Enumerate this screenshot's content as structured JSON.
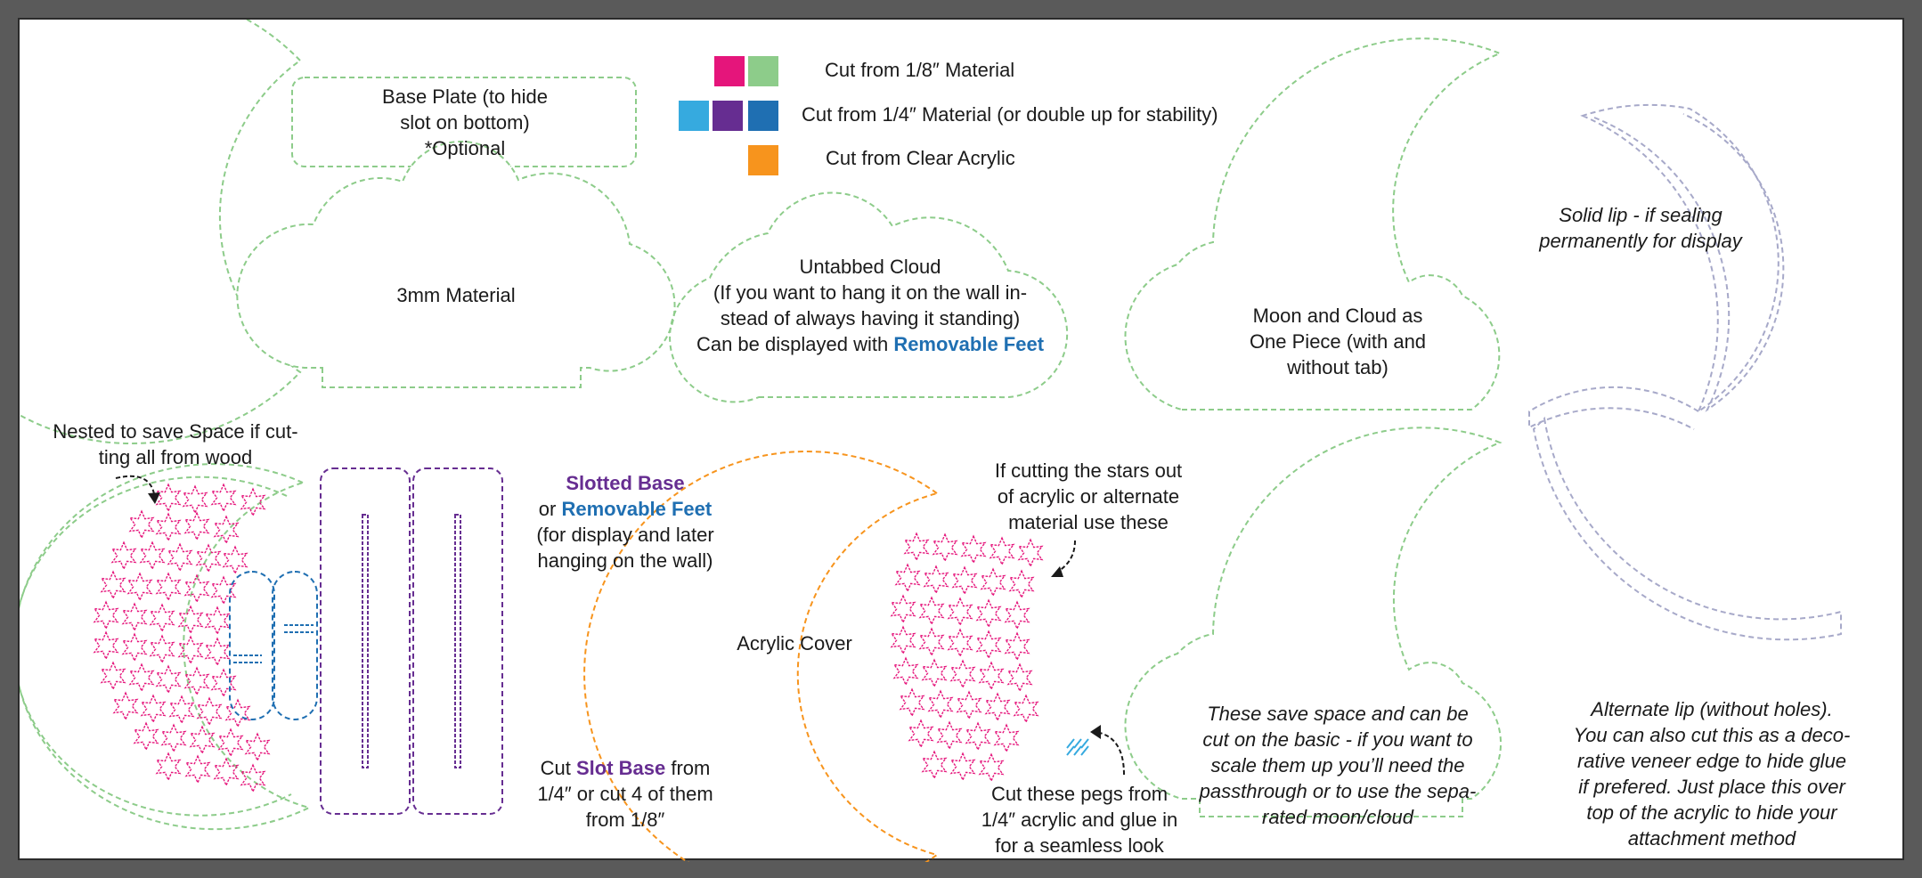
{
  "colors": {
    "pink": "#e5157b",
    "green": "#8dcc8a",
    "lightblue": "#36aadf",
    "purple": "#662d91",
    "blue": "#1f6fb2",
    "orange": "#f7941d",
    "grey": "#a7a9c9",
    "background": "#5a5a5a"
  },
  "legend": {
    "row1": "Cut from 1/8″ Material",
    "row2": "Cut from 1/4″ Material (or double up for stability)",
    "row3": "Cut from Clear Acrylic"
  },
  "labels": {
    "base_plate": [
      "Base Plate (to hide",
      "slot on bottom)",
      "*Optional"
    ],
    "three_mm": "3mm Material",
    "untabbed": [
      "Untabbed Cloud",
      "(If you want to hang it on the wall in-",
      "stead of always having it standing)"
    ],
    "untabbed_prefix": "Can be displayed with ",
    "removable_feet": "Removable Feet",
    "moon_cloud": [
      "Moon and Cloud as",
      "One Piece (with and",
      "without tab)"
    ],
    "solid_lip": [
      "Solid lip - if sealing",
      "permanently for display"
    ],
    "nested": [
      "Nested to save Space if cut-",
      "ting all from wood"
    ],
    "slotted_base": "Slotted Base",
    "or_prefix": "or ",
    "display_hanging": [
      "(for display and later",
      "hanging on the wall)"
    ],
    "cut_prefix": "Cut ",
    "slot_base": "Slot Base",
    "from_quarter": " from",
    "cut_four": [
      "1/4″ or cut 4 of them",
      "from 1/8″"
    ],
    "acrylic_cover": "Acrylic Cover",
    "stars_note": [
      "If cutting the stars out",
      "of acrylic or alternate",
      "material use these"
    ],
    "pegs_note": [
      "Cut these pegs from",
      "1/4″ acrylic and glue in",
      "for a seamless look"
    ],
    "save_space": [
      "These save space and can be",
      "cut on the basic - if you want to",
      "scale them up you’ll need the",
      "passthrough or to use the sepa-",
      "rated moon/cloud"
    ],
    "alternate_lip": [
      "Alternate lip (without holes).",
      "You can also cut this as a deco-",
      "rative veneer edge to hide glue",
      "if prefered. Just place this over",
      "top of the acrylic to hide your",
      "attachment method"
    ]
  }
}
